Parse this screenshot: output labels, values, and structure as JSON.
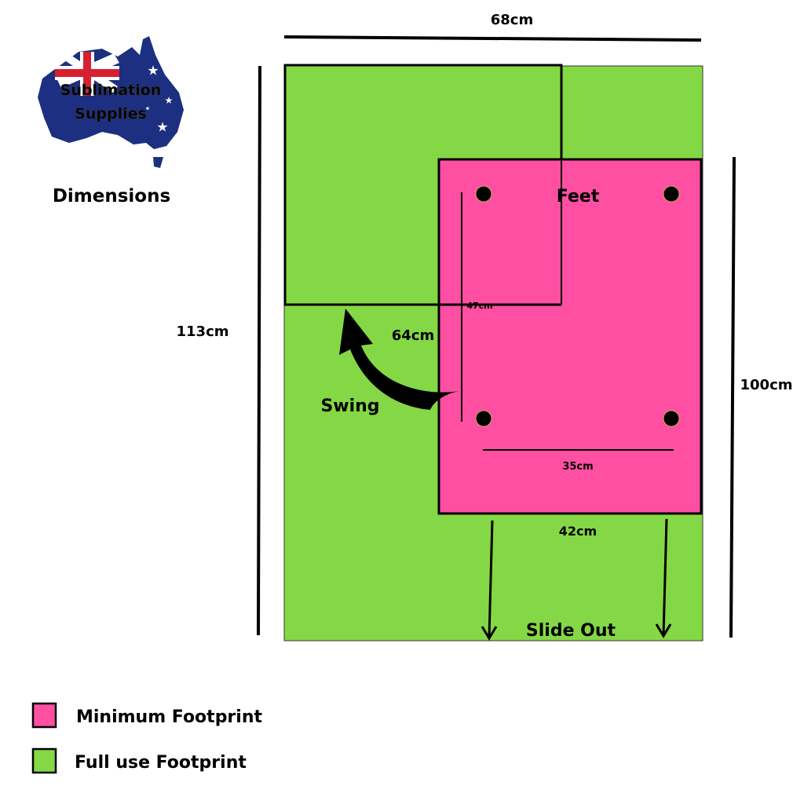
{
  "logo": {
    "line1": "Sublimation",
    "line2": "Supplies"
  },
  "heading": "Dimensions",
  "dimensions": {
    "overall_width": "68cm",
    "overall_depth": "113cm",
    "min_depth": "100cm",
    "swing_depth": "64cm",
    "feet_depth": "47cm",
    "feet_width": "35cm",
    "min_width": "42cm"
  },
  "annotations": {
    "feet": "Feet",
    "swing": "Swing",
    "slide_out": "Slide Out"
  },
  "legend": [
    {
      "label": "Minimum Footprint",
      "color": "#ff4fa3"
    },
    {
      "label": "Full use Footprint",
      "color": "#84d845"
    }
  ],
  "colors": {
    "pink": "#ff4fa3",
    "green": "#84d845",
    "flag_blue": "#1a2f7a"
  }
}
